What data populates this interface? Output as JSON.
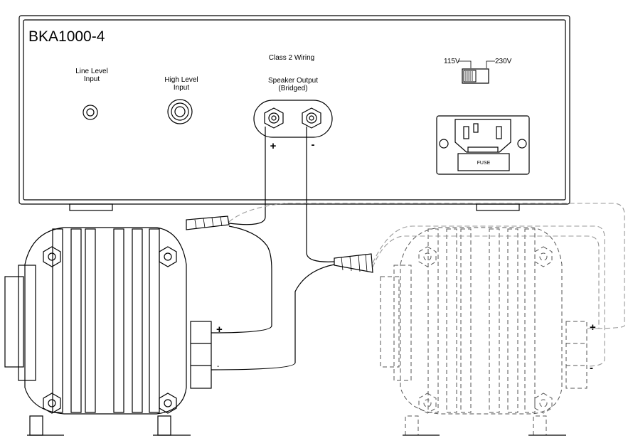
{
  "amplifier": {
    "model": "BKA1000-4",
    "line_level_input": [
      "Line Level",
      "Input"
    ],
    "high_level_input": [
      "High Level",
      "Input"
    ],
    "wiring_class": "Class 2 Wiring",
    "speaker_output": [
      "Speaker Output",
      "(Bridged)"
    ],
    "terminal_plus": "+",
    "terminal_minus": "-",
    "voltage_left": "115V",
    "voltage_right": "230V",
    "fuse_label": "FUSE"
  },
  "transducer_left": {
    "plus": "+",
    "minus": "-"
  },
  "transducer_right": {
    "plus": "+",
    "minus": "-"
  }
}
